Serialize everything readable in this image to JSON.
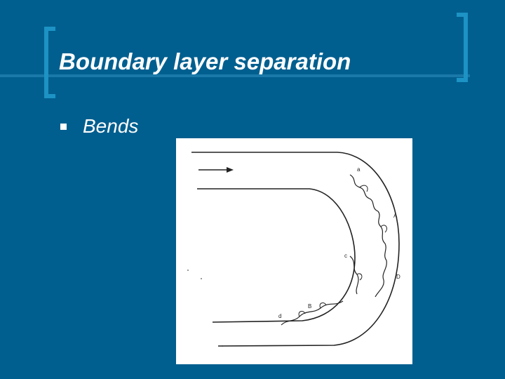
{
  "slide": {
    "title": "Boundary layer separation",
    "bullets": [
      {
        "text": "Bends"
      }
    ]
  },
  "figure": {
    "labels": {
      "a": "a",
      "A": "A",
      "c": "c",
      "D": "D",
      "B": "B",
      "d": "d"
    }
  },
  "colors": {
    "background": "#005F8F",
    "bracket": "#1C93C4",
    "text": "#FFFFFF"
  }
}
